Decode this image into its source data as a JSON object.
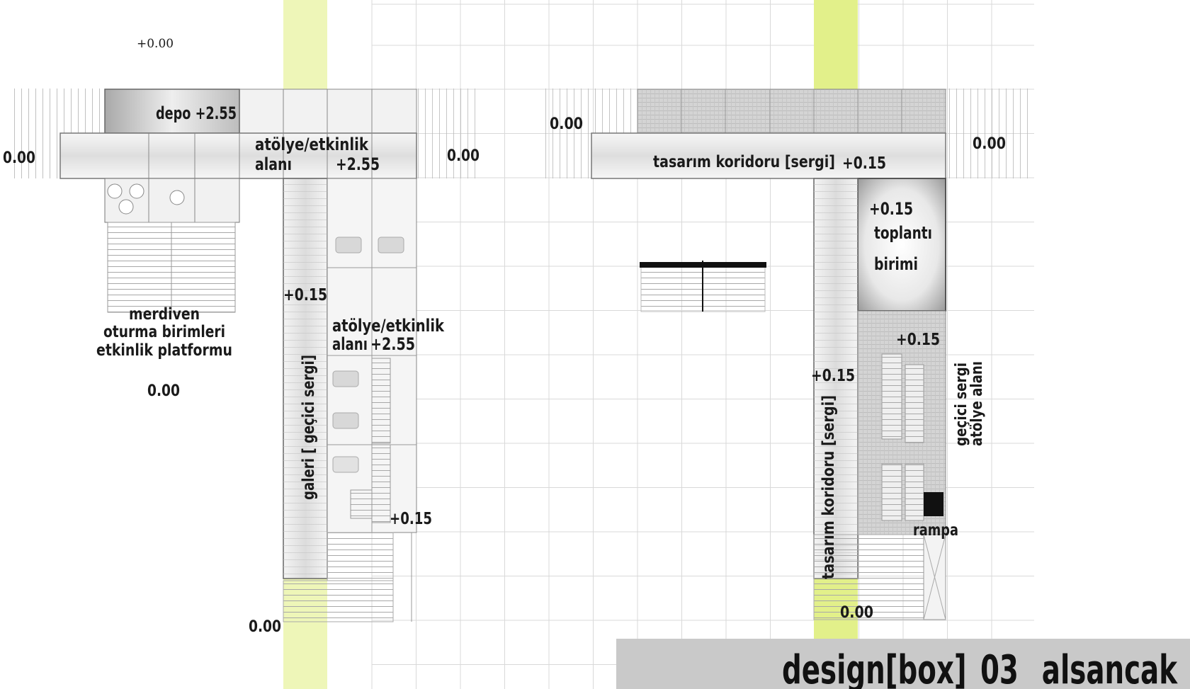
{
  "colors": {
    "highlight_strip": "#e6f38a",
    "grid_line": "#d9d9d9",
    "title_bar": "#c9c9c9",
    "ink": "#1a1a1a"
  },
  "title": "design[box]_03_ alsancak",
  "left_plan": {
    "datum_marker": "+0.00",
    "depo": "depo +2.55",
    "level_left": "0.00",
    "atolye_top_line1": "atölye/etkinlik",
    "atolye_top_line2": "alanı",
    "atolye_top_level": "+2.55",
    "level_mid": "0.00",
    "merdiven_line1": "merdiven",
    "merdiven_line2": "oturma birimleri",
    "merdiven_line3": "etkinlik platformu",
    "merdiven_level": "0.00",
    "gallery_level": "+0.15",
    "atolye_lower_line1": "atölye/etkinlik",
    "atolye_lower_line2": "alanı",
    "atolye_lower_level": "+2.55",
    "galeri": "galeri [ geçici sergi]",
    "lower_level": "+0.15",
    "bottom_level": "0.00"
  },
  "right_plan": {
    "level_left": "0.00",
    "level_right": "0.00",
    "corridor_top": "tasarım koridoru  [sergi]",
    "corridor_top_level": "+0.15",
    "meeting_level": "+0.15",
    "meeting_line1": "toplantı",
    "meeting_line2": "birimi",
    "ramp_zone_level": "+0.15",
    "corridor_vert_level": "+0.15",
    "corridor_vert": "tasarım koridoru  [sergi]",
    "gecici_line1": "geçici sergi",
    "gecici_line2": "atölye alanı",
    "rampa": "rampa",
    "bottom_level": "0.00"
  }
}
